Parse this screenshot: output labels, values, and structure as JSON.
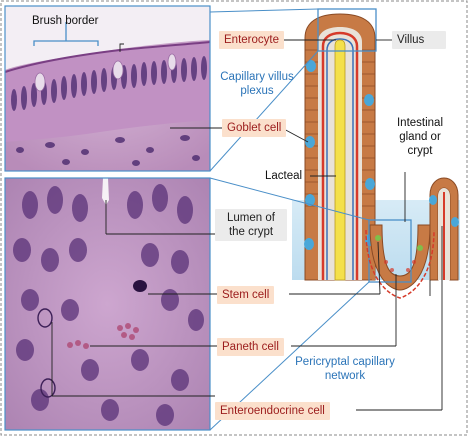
{
  "labels": {
    "brush_border": "Brush border",
    "enterocyte": "Enterocyte",
    "villus": "Villus",
    "capillary_villus_plexus_1": "Capillary villus",
    "capillary_villus_plexus_2": "plexus",
    "goblet_cell": "Goblet cell",
    "intestinal_gland_1": "Intestinal",
    "intestinal_gland_2": "gland or",
    "intestinal_gland_3": "crypt",
    "lacteal": "Lacteal",
    "lumen_1": "Lumen of",
    "lumen_2": "the crypt",
    "stem_cell": "Stem cell",
    "paneth_cell": "Paneth cell",
    "pericryptal_1": "Pericryptal capillary",
    "pericryptal_2": "network",
    "enteroendocrine_cell": "Enteroendocrine cell"
  },
  "colors": {
    "orange_box": "#fbe0cc",
    "orange_text": "#9b1c1c",
    "grey_box": "#ebebeb",
    "blue_text": "#2b74b8",
    "frame_blue": "#4a8fc8",
    "tissue_pink": "#c79bc6",
    "nucleus_purple": "#4b2a6e",
    "villus_brown": "#b06a3a",
    "lacteal_yellow": "#f4e04a",
    "capillary_red": "#d63a2a"
  }
}
